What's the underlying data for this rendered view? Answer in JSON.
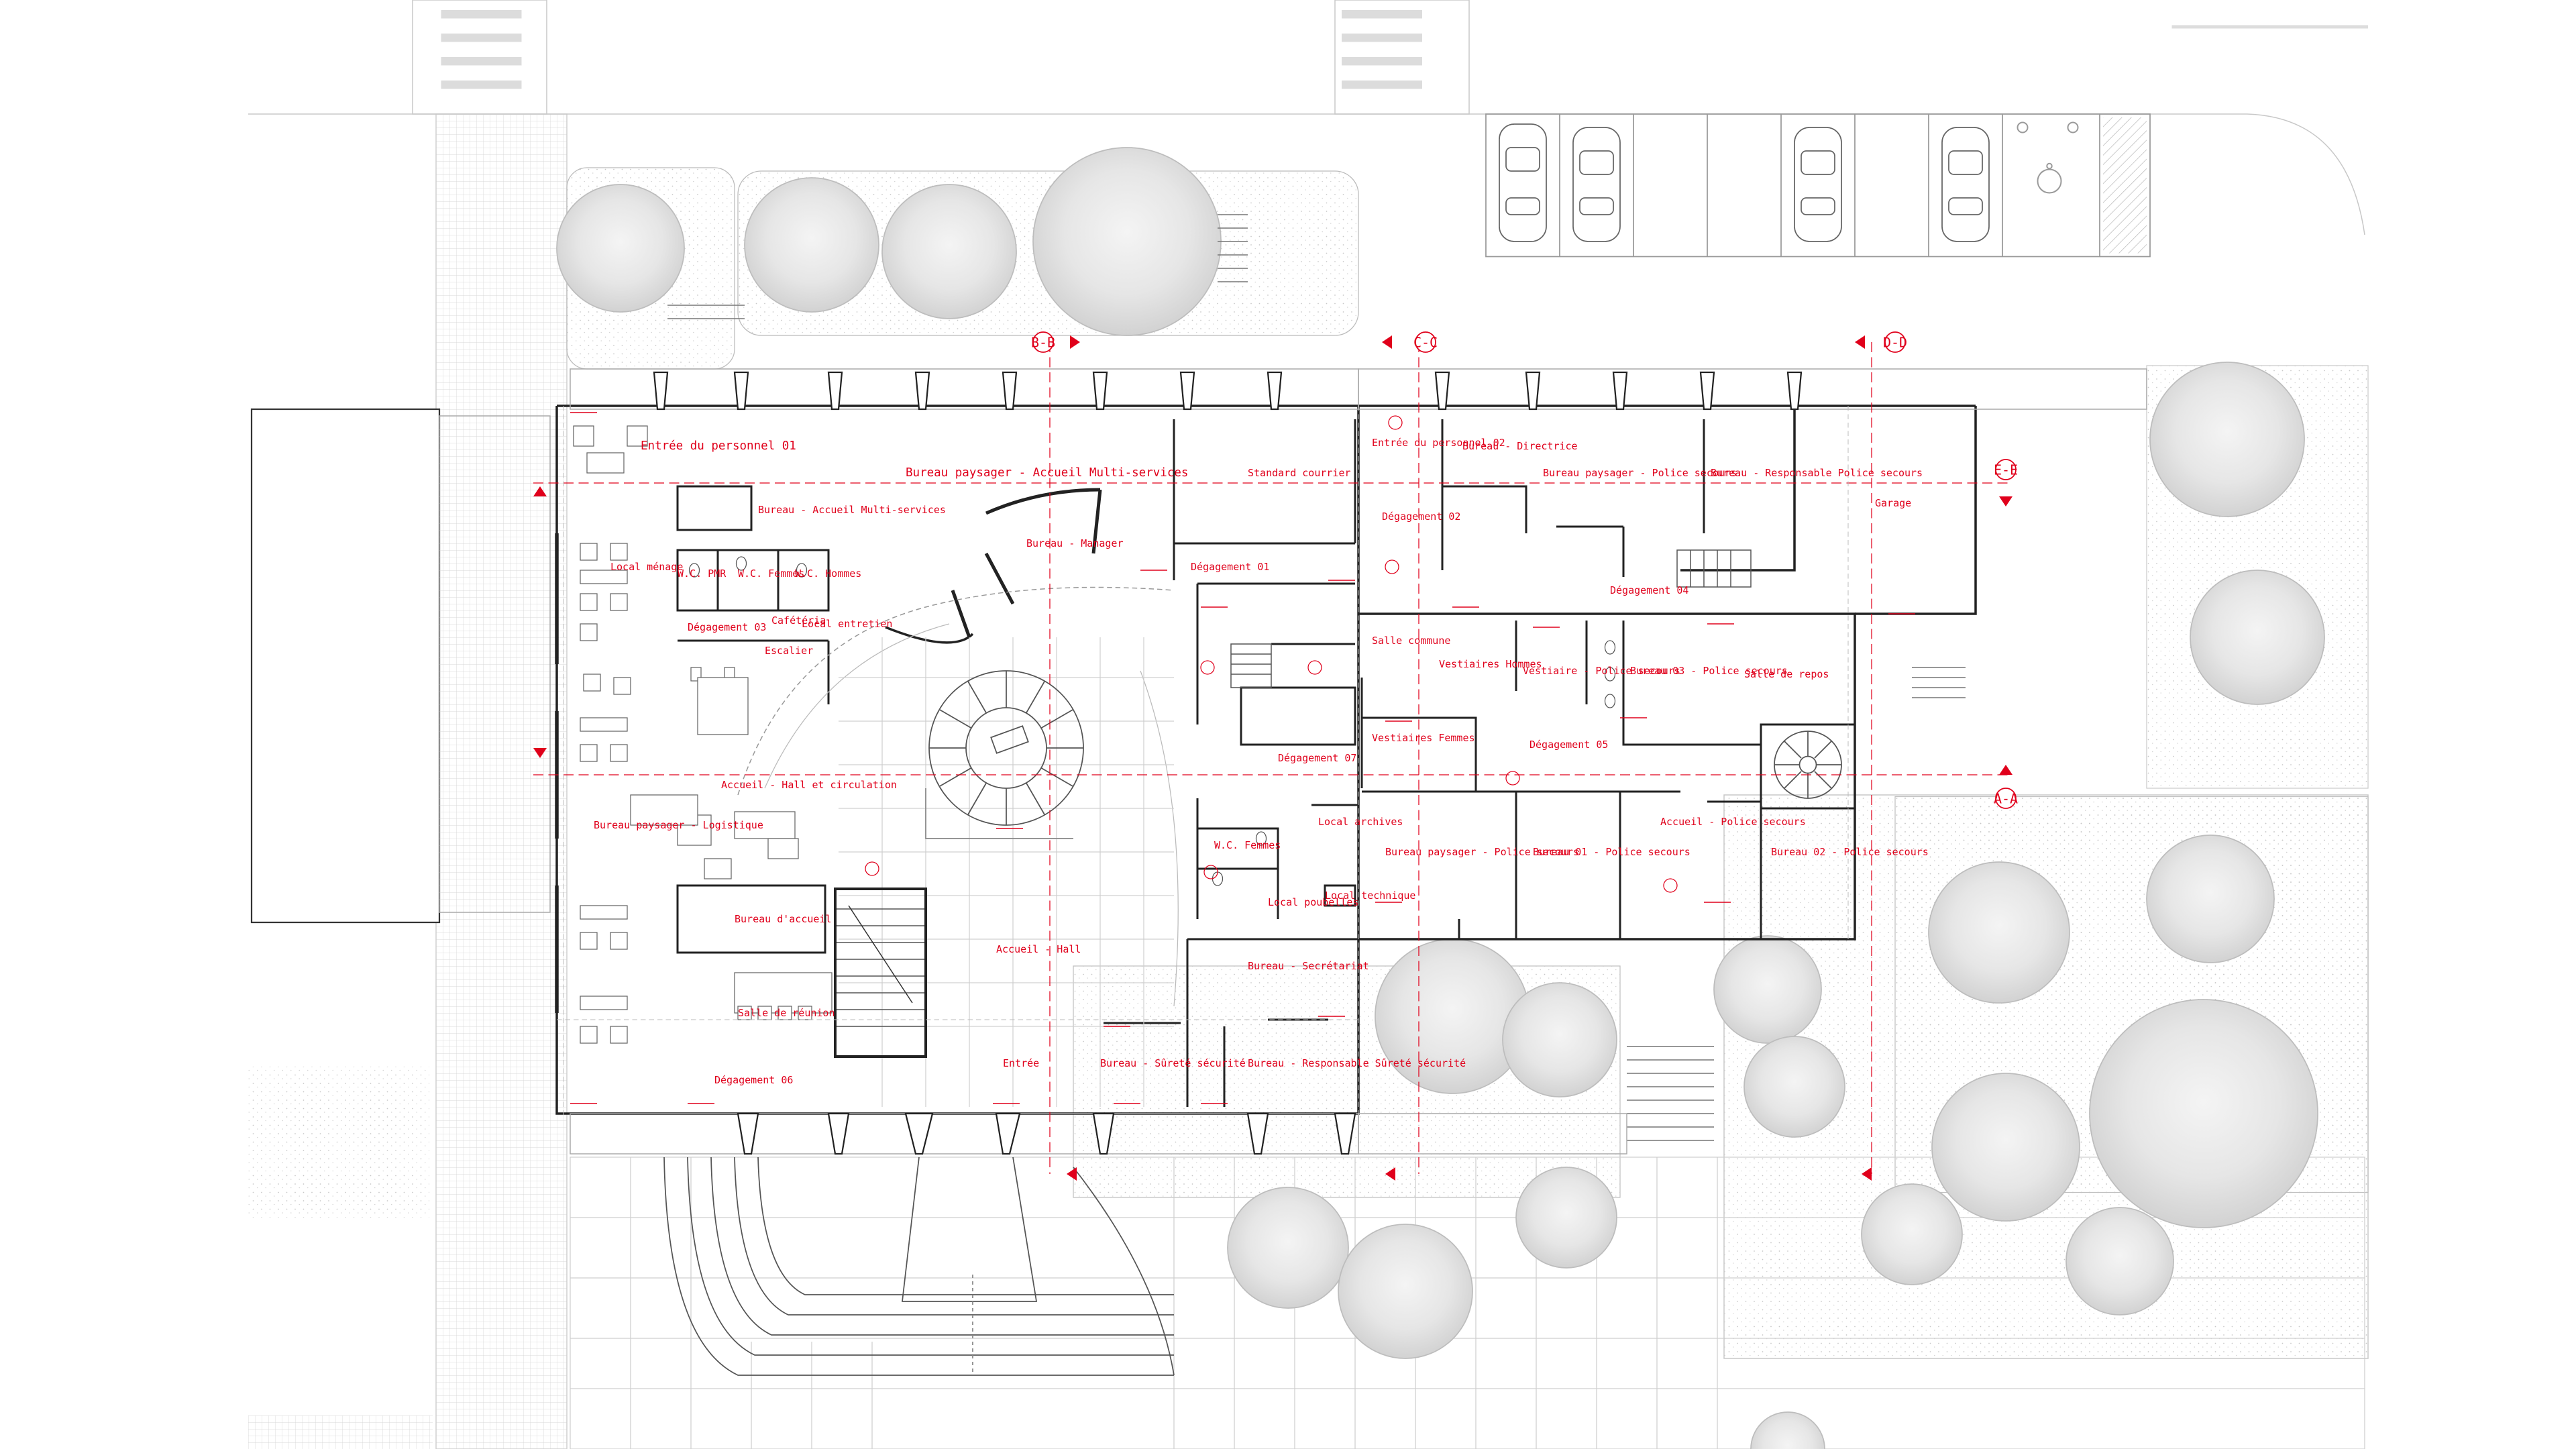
{
  "plan": {
    "rooms": [
      "Entrée du personnel 01",
      "Bureau paysager - Accueil Multi-services",
      "Bureau - Accueil Multi-services",
      "Bureau - Manager",
      "Standard courrier",
      "Entrée du personnel 02",
      "Bureau - Directrice",
      "Dégagement 02",
      "Dégagement 01",
      "Bureau paysager - Police secours",
      "Bureau - Responsable Police secours",
      "Garage",
      "W.C. PMR",
      "W.C. Hommes",
      "W.C. Femmes",
      "Local ménage",
      "Cafétéria",
      "Dégagement 03",
      "Dégagement 04",
      "Vestiaires Hommes",
      "Vestiaires Femmes",
      "Vestiaire - Police secours",
      "Bureau 03 - Police secours",
      "Salle de repos",
      "Salle commune",
      "Dégagement 05",
      "Local archives",
      "Accueil - Hall et circulation",
      "Bureau paysager - Logistique",
      "Bureau paysager - Police secours",
      "Bureau 01 - Police secours",
      "Accueil - Police secours",
      "Bureau 02 - Police secours",
      "Bureau d'accueil",
      "Salle de réunion",
      "Dégagement 06",
      "Accueil - Hall",
      "Dégagement 07",
      "Local poubelles",
      "W.C. Femmes",
      "Local technique",
      "Local entretien",
      "Bureau - Secrétariat",
      "Bureau - Sûreté sécurité",
      "Bureau - Responsable Sûreté sécurité",
      "Entrée",
      "Escalier"
    ],
    "sections": [
      "B-B",
      "C-C",
      "D-D",
      "E-E",
      "A-A"
    ]
  }
}
